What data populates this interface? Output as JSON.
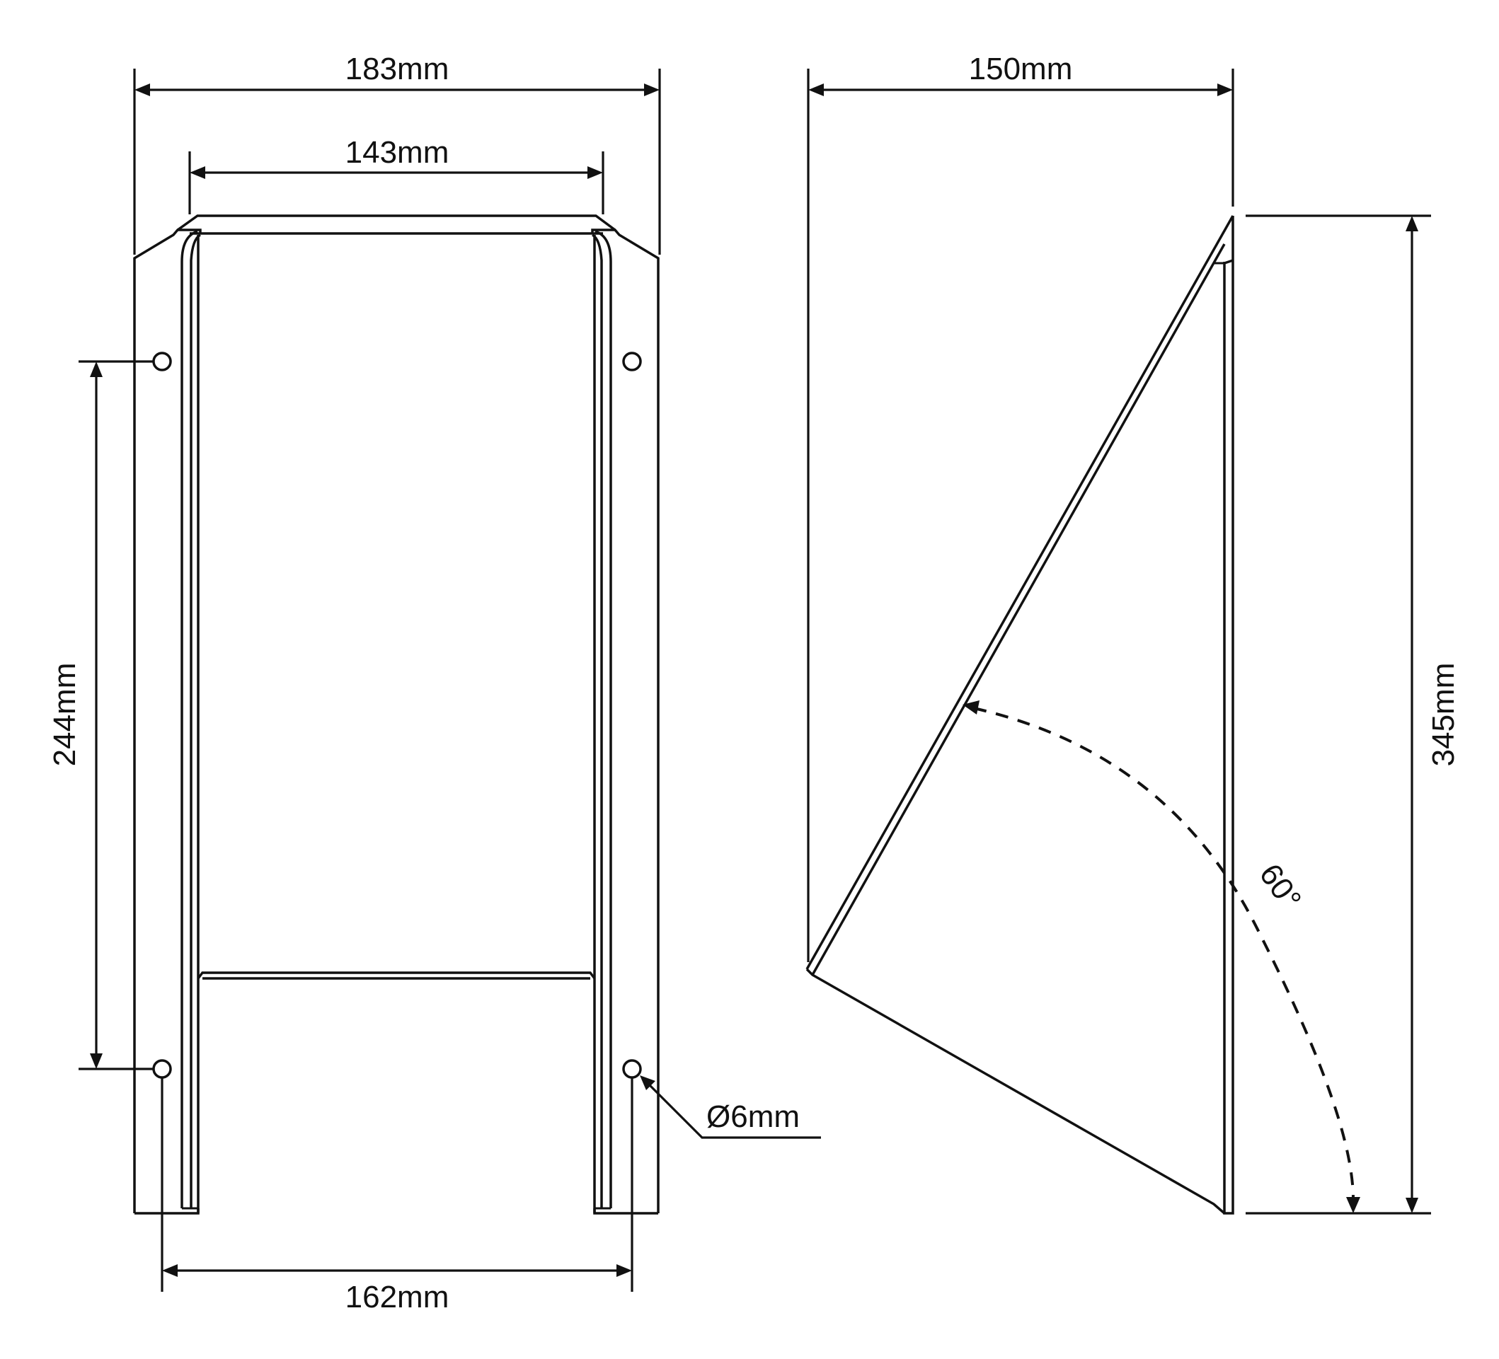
{
  "front_view": {
    "overall_width_label": "183mm",
    "inner_width_label": "143mm",
    "hole_spacing_vertical_label": "244mm",
    "hole_spacing_horizontal_label": "162mm",
    "hole_diameter_label": "Ø6mm"
  },
  "side_view": {
    "depth_label": "150mm",
    "height_label": "345mm",
    "angle_label": "60°"
  },
  "colors": {
    "line": "#111111",
    "background": "#ffffff"
  }
}
